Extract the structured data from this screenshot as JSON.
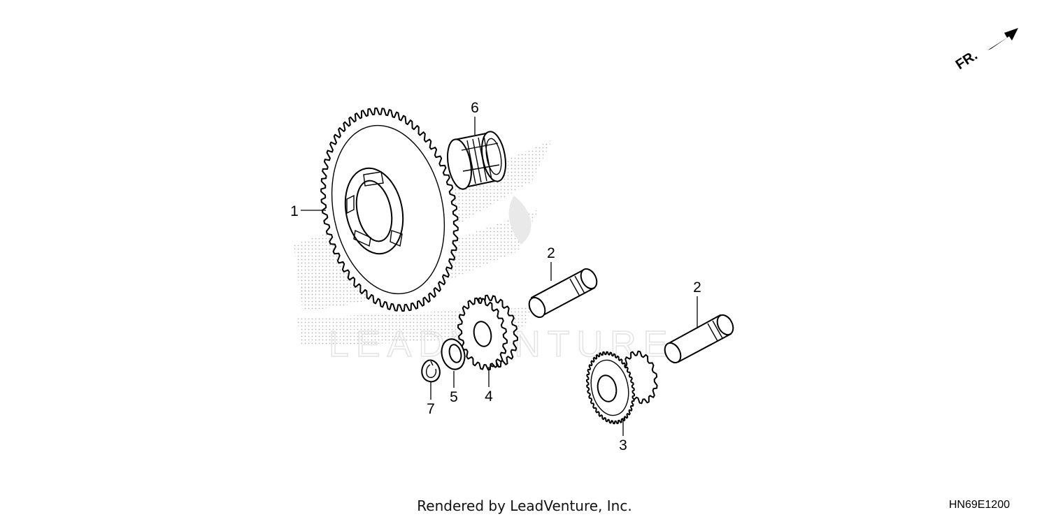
{
  "diagram": {
    "direction_label": "FR.",
    "callouts": {
      "gear_large": "1",
      "shaft_upper": "2",
      "shaft_lower": "2",
      "gear_double": "3",
      "gear_small": "4",
      "washer": "5",
      "needle_bearing": "6",
      "circlip": "7"
    },
    "watermark": "LEADVENTURE"
  },
  "footer": {
    "credit": "Rendered by LeadVenture, Inc.",
    "diagram_code": "HN69E1200"
  }
}
